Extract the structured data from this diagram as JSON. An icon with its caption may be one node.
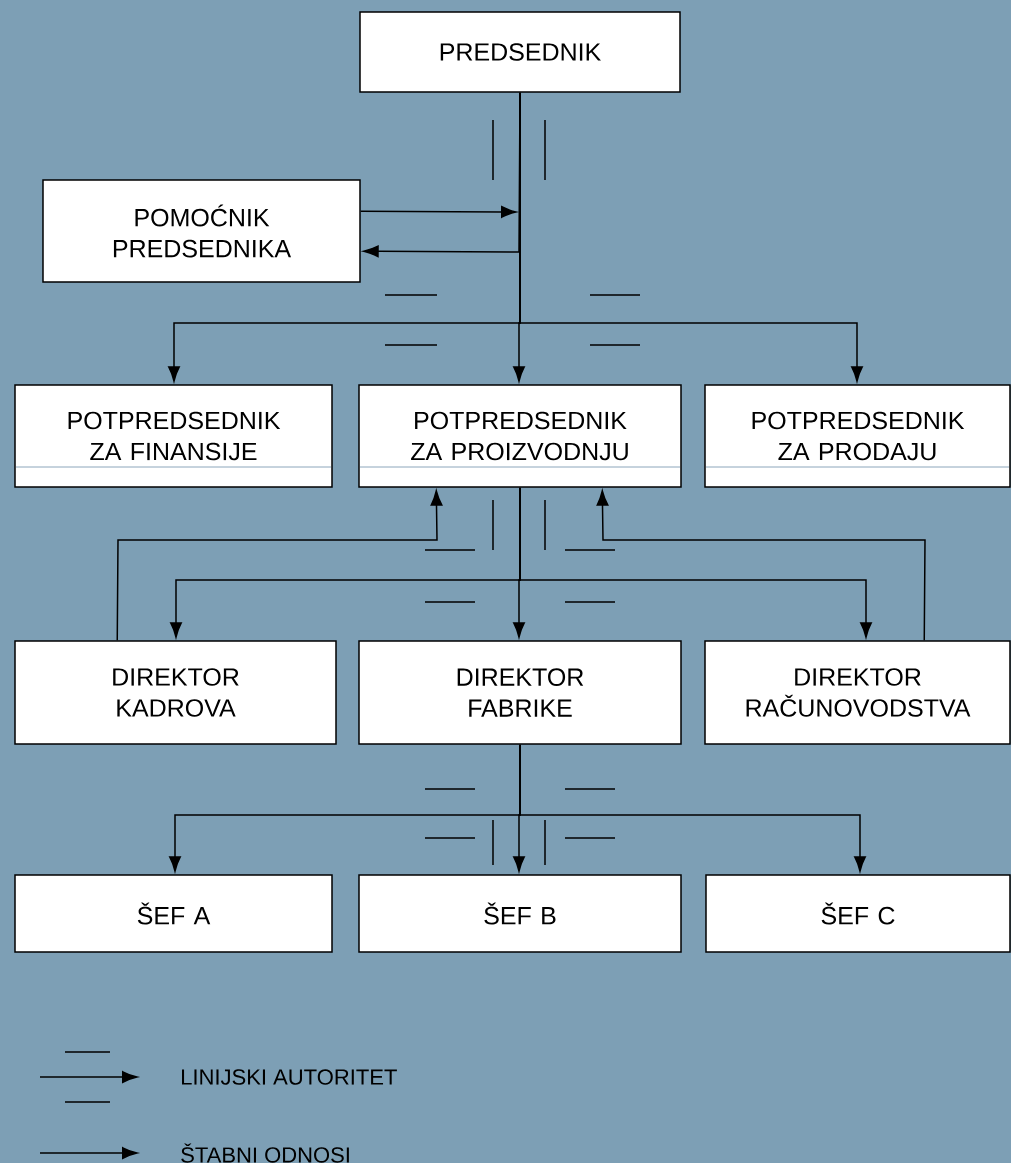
{
  "diagram": {
    "nodes": [
      {
        "text": [
          "PREDSEDNIK"
        ]
      },
      {
        "text": [
          "POMOĆNIK PREDSEDNIKA"
        ]
      },
      {
        "text": [
          "POTPREDSEDNIK ZA FINANSIJE"
        ]
      },
      {
        "text": [
          "POTPREDSEDNIK ZA PROIZVODNJU"
        ]
      },
      {
        "text": [
          "POTPREDSEDNIK ZA PRODAJU"
        ]
      },
      {
        "text": [
          "DIREKTOR KADROVA"
        ]
      },
      {
        "text": [
          "DIREKTOR FABRIKE"
        ]
      },
      {
        "text": [
          "DIREKTOR RAČUNOVODSTVA"
        ]
      },
      {
        "text": [
          "ŠEF A"
        ]
      },
      {
        "text": [
          "ŠEF B"
        ]
      },
      {
        "text": [
          "ŠEF C"
        ]
      }
    ],
    "edges": [
      {
        "from": 1,
        "to": null,
        "arrow": "to"
      },
      {
        "from": 0,
        "to": 1,
        "arrow": "to"
      },
      {
        "from": 0,
        "to": 2,
        "arrow": "to"
      },
      {
        "from": 0,
        "to": 3,
        "arrow": "to"
      },
      {
        "from": 0,
        "to": 4,
        "arrow": "to"
      },
      {
        "from": 5,
        "to": 3,
        "arrow": "to"
      },
      {
        "from": 7,
        "to": 3,
        "arrow": "to"
      },
      {
        "from": 3,
        "to": 5,
        "arrow": "to"
      },
      {
        "from": 3,
        "to": 6,
        "arrow": "to"
      },
      {
        "from": 3,
        "to": 7,
        "arrow": "to"
      },
      {
        "from": 6,
        "to": 8,
        "arrow": "to"
      },
      {
        "from": 6,
        "to": 9,
        "arrow": "to"
      },
      {
        "from": 6,
        "to": 10,
        "arrow": "to"
      }
    ],
    "legend": [
      {
        "text": "LINIJSKI AUTORITET"
      },
      {
        "text": "ŠTABNI ODNOSI"
      }
    ]
  }
}
